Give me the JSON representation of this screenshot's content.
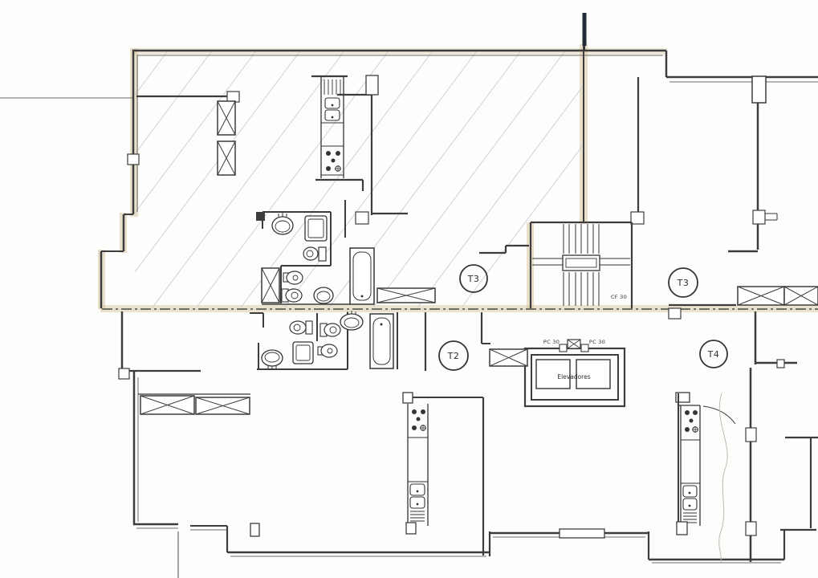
{
  "drawing": {
    "kind": "scanned architectural floor plan",
    "unit_labels": [
      {
        "id": "t3-left",
        "text": "T3"
      },
      {
        "id": "t3-right",
        "text": "T3"
      },
      {
        "id": "t2",
        "text": "T2"
      },
      {
        "id": "t4",
        "text": "T4"
      }
    ],
    "annotations": {
      "stair_note": "CF 30",
      "shaft_note_left": "PC 30",
      "shaft_note_right": "PC 30",
      "elevators_label": "Elevadores"
    },
    "symbols": [
      "staircase",
      "elevator-shaft",
      "bathtub-symbol",
      "shower-symbol",
      "toilet-symbol",
      "bidet-symbol",
      "sink-symbol",
      "stove-symbol",
      "kitchen-sink-symbol",
      "closet-x-box",
      "property-dash-line",
      "highlighted-wall",
      "pen-mark",
      "pencil-hatching"
    ],
    "colors": {
      "paper": "#fdfdfc",
      "ink": "#3d3d3d",
      "wall_highlight_tan": "#d9c7a0",
      "pencil_gray": "#c9cbd3",
      "pen_mark_dark": "#232b36"
    }
  }
}
